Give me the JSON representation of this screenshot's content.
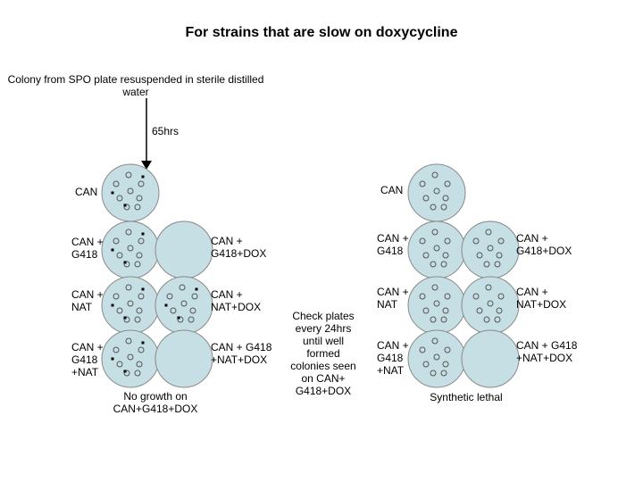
{
  "title": "For strains that are slow on doxycycline",
  "intro": "Colony from SPO plate resuspended in sterile distilled water",
  "time_label": "65hrs",
  "left_panel": {
    "row_can": "CAN",
    "row_g418": "CAN +\nG418",
    "row_nat": "CAN +\nNAT",
    "row_g418_nat": "CAN +\nG418\n+NAT",
    "dox_g418": "CAN +\nG418+DOX",
    "dox_nat": "CAN +\nNAT+DOX",
    "dox_g418_nat": "CAN + G418\n+NAT+DOX",
    "note": "No growth on\nCAN+G418+DOX"
  },
  "middle_note": "Check plates\nevery 24hrs\nuntil well\nformed\ncolonies seen\non CAN+\nG418+DOX",
  "right_panel": {
    "row_can": "CAN",
    "row_g418": "CAN +\nG418",
    "row_nat": "CAN +\nNAT",
    "row_g418_nat": "CAN +\nG418\n+NAT",
    "dox_g418": "CAN +\nG418+DOX",
    "dox_nat": "CAN +\nNAT+DOX",
    "dox_g418_nat": "CAN + G418\n+NAT+DOX",
    "note": "Synthetic lethal"
  },
  "colors": {
    "plate_fill": "#c5dfe4",
    "plate_stroke": "#8a8a8a",
    "line": "#000000"
  }
}
